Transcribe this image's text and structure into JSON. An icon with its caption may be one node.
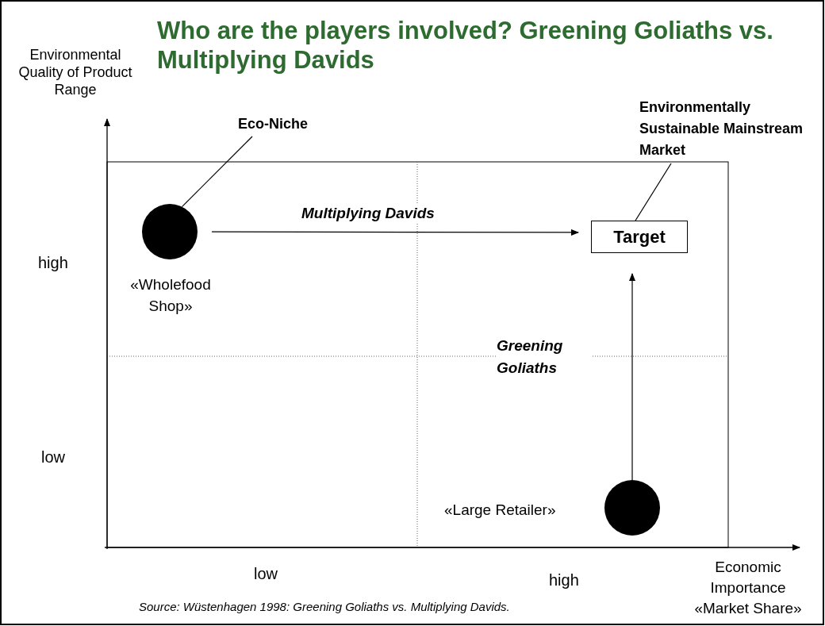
{
  "diagram": {
    "title": "Who are the players involved? Greening Goliaths vs. Multiplying Davids",
    "caption": "Source: Wüstenhagen 1998: Greening Goliaths vs. Multiplying Davids.",
    "nodes": [
      {
        "text": [],
        "shape": "circle",
        "beside": [
          "«Wholefood Shop»"
        ]
      },
      {
        "text": [
          "Eco-Niche"
        ]
      },
      {
        "text": [
          "Target"
        ]
      },
      {
        "text": [
          "Environmentally Sustainable Mainstream Market"
        ]
      },
      {
        "text": [],
        "shape": "circle",
        "beside": [
          "«Large Retailer»"
        ]
      }
    ],
    "edges": [
      {
        "from": 1,
        "to": 0,
        "arrow": "none"
      },
      {
        "from": 3,
        "to": 2,
        "arrow": "none"
      },
      {
        "from": 0,
        "to": 2,
        "arrow": "to",
        "label": "Multiplying Davids"
      },
      {
        "from": 4,
        "to": 2,
        "arrow": "to",
        "label": "Greening Goliaths"
      }
    ],
    "labels": [
      "Environmental Quality of Product Range",
      "high",
      "low",
      "low",
      "high",
      "Economic Importance «Market Share»"
    ]
  }
}
